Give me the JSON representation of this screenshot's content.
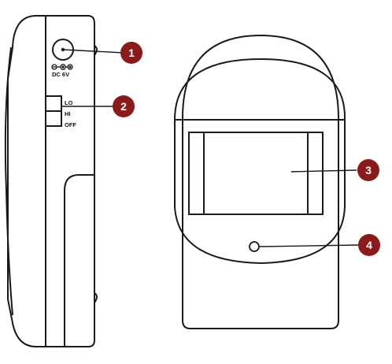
{
  "side_view": {
    "power_jack": {
      "polarity_icon": "dc-polarity-icon",
      "label": "DC 6V"
    },
    "switch": {
      "positions": [
        "LO",
        "HI",
        "OFF"
      ]
    }
  },
  "callouts": [
    {
      "number": "1",
      "color": "#8b1a1a"
    },
    {
      "number": "2",
      "color": "#8b1a1a"
    },
    {
      "number": "3",
      "color": "#8b1a1a"
    },
    {
      "number": "4",
      "color": "#8b1a1a"
    }
  ],
  "colors": {
    "outline": "#1a1a1a",
    "callout": "#8b1a1a"
  }
}
